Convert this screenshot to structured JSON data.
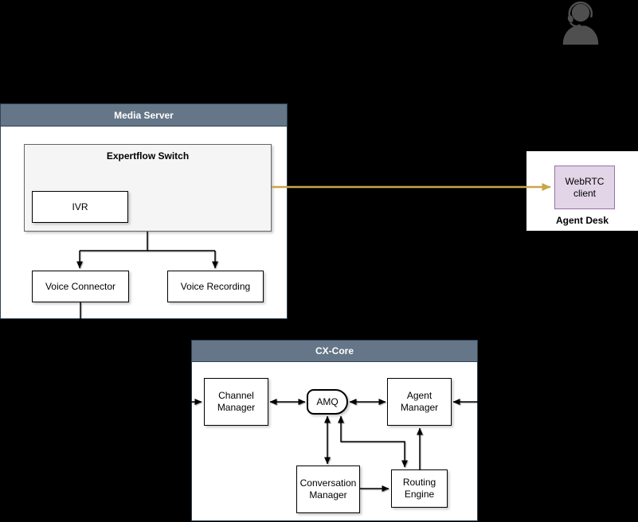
{
  "diagram": {
    "media_server": {
      "title": "Media Server",
      "expertflow_switch": "Expertflow Switch",
      "ivr": "IVR",
      "voice_connector": "Voice Connector",
      "voice_recording": "Voice Recording"
    },
    "agent_desk": {
      "title": "Agent Desk",
      "webrtc_client": "WebRTC client"
    },
    "cx_core": {
      "title": "CX-Core",
      "channel_manager": "Channel Manager",
      "amq": "AMQ",
      "agent_manager": "Agent Manager",
      "conversation_manager": "Conversation Manager",
      "routing_engine": "Routing Engine"
    },
    "icons": {
      "person": "person-with-headset-icon"
    },
    "colors": {
      "background": "#000000",
      "container_header_fill": "#647687",
      "container_header_text": "#FFFFFF",
      "container_border": "#314354",
      "expertflow_fill": "#F5F5F5",
      "expertflow_border": "#666666",
      "webrtc_fill": "#E1D5E7",
      "webrtc_border": "#9673A6",
      "gold_arrow": "#C9A64A",
      "black_arrow": "#000000",
      "person_icon_gray": "#4F4F4F"
    }
  }
}
